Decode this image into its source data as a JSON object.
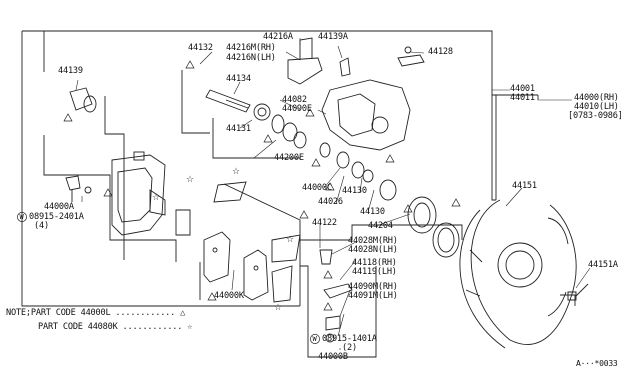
{
  "labels": {
    "p44216A": "44216A",
    "p44139A": "44139A",
    "p44132": "44132",
    "p44216M": "44216M(RH)",
    "p44216N": "44216N(LH)",
    "p44128": "44128",
    "p44139": "44139",
    "p44134": "44134",
    "p44001": "44001",
    "p44011": "44011",
    "p44000rh": "44000(RH)",
    "p44010lh": "44010(LH)",
    "p0783": "[0783-0986]",
    "p44082": "44082",
    "p44090E": "44090E",
    "p44131": "44131",
    "p44200E": "44200E",
    "p44000C": "44000C",
    "p44130a": "44130",
    "p44026": "44026",
    "p44130b": "44130",
    "p44204": "44204",
    "p44151": "44151",
    "p44000A": "44000A",
    "p08915_2401A": "08915-2401A",
    "p4": "(4)",
    "p44122": "44122",
    "p44028M": "44028M(RH)",
    "p44028N": "44028N(LH)",
    "p44118": "44118(RH)",
    "p44119": "44119(LH)",
    "p44151A": "44151A",
    "p44000K": "44000K",
    "p44090M": "44090M(RH)",
    "p44091M": "44091M(LH)",
    "p08915_1401A": "08915-1401A",
    "p2": "(2)",
    "p44000B": "44000B",
    "w1": "W",
    "w2": "W"
  },
  "notes": {
    "note1": "NOTE;PART CODE 44000L ............ △",
    "note2": "PART CODE 44080K ............ ☆"
  },
  "footer": {
    "code": "A···*0033"
  }
}
